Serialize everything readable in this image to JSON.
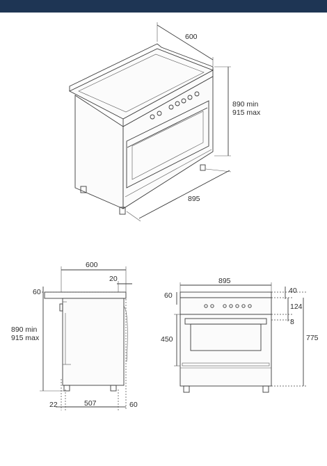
{
  "colors": {
    "top_bar": "#1e3554",
    "line": "#3a3a3a"
  },
  "isometric": {
    "depth": "600",
    "height_min": "890 min",
    "height_max": "915 max",
    "width": "895"
  },
  "side_view": {
    "depth": "600",
    "back_offset": "20",
    "top_height": "60",
    "height_min": "890 min",
    "height_max": "915 max",
    "bottom_left": "22",
    "bottom_depth": "507",
    "bottom_right": "60"
  },
  "front_view": {
    "width": "895",
    "top_left": "60",
    "oven_height": "450",
    "right_40": "40",
    "right_124": "124",
    "right_8": "8",
    "right_775": "775"
  }
}
